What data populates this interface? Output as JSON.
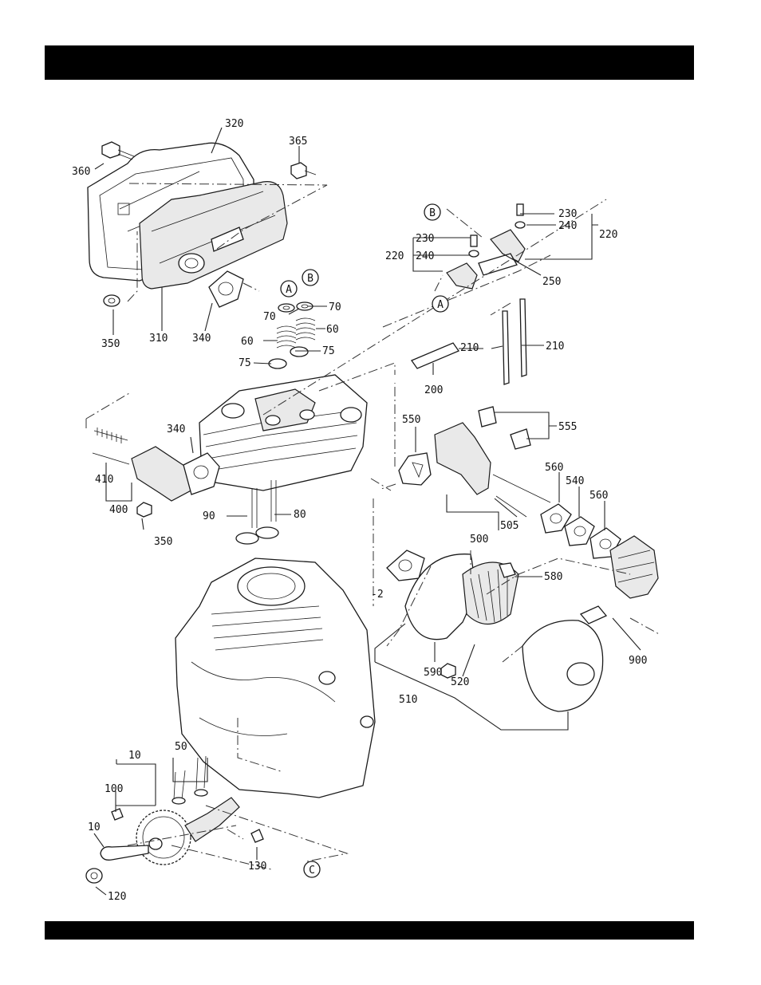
{
  "header": {
    "title": ""
  },
  "footer": {
    "text": ""
  },
  "callouts": {
    "c320": "320",
    "c360": "360",
    "c365": "365",
    "c310": "310",
    "c340a": "340",
    "c350a": "350",
    "c70a": "70",
    "c70b": "70",
    "c60a": "60",
    "c60b": "60",
    "c75a": "75",
    "c75b": "75",
    "c200": "200",
    "c210a": "210",
    "c210b": "210",
    "c250": "250",
    "c220a": "220",
    "c220b": "220",
    "c230a": "230",
    "c230b": "230",
    "c240a": "240",
    "c240b": "240",
    "c340b": "340",
    "c410": "410",
    "c400": "400",
    "c350b": "350",
    "c90": "90",
    "c80": "80",
    "c550": "550",
    "c555": "555",
    "c560a": "560",
    "c560b": "560",
    "c540": "540",
    "c505": "505",
    "c500": "500",
    "c580": "580",
    "c2": "-2",
    "c590": "590",
    "c520": "520",
    "c510": "510",
    "c900": "900",
    "c10a": "10",
    "c10b": "10",
    "c50": "50",
    "c100": "100",
    "c120": "120",
    "c130": "130"
  },
  "refs": {
    "A1": "A",
    "A2": "A",
    "B1": "B",
    "B2": "B",
    "C": "C"
  }
}
